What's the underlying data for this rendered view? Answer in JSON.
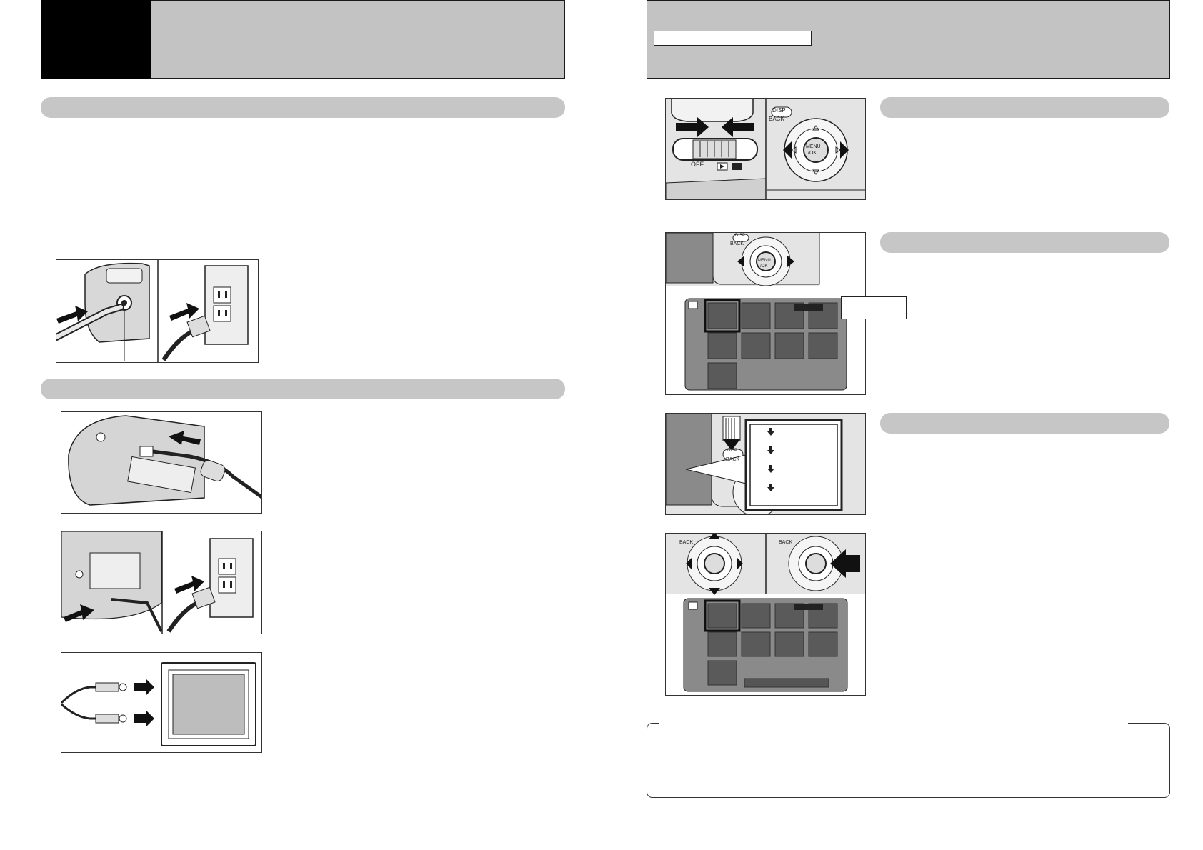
{
  "camera_controls": {
    "disp_label": "DISP",
    "back_label": "BACK",
    "menu_label": "MENU",
    "ok_label": "/OK",
    "mode_off": "OFF"
  },
  "colors": {
    "header_gray": "#c3c3c3",
    "pill_gray": "#c6c6c6",
    "lcd_panel": "#8a8a8a",
    "black": "#000000"
  }
}
